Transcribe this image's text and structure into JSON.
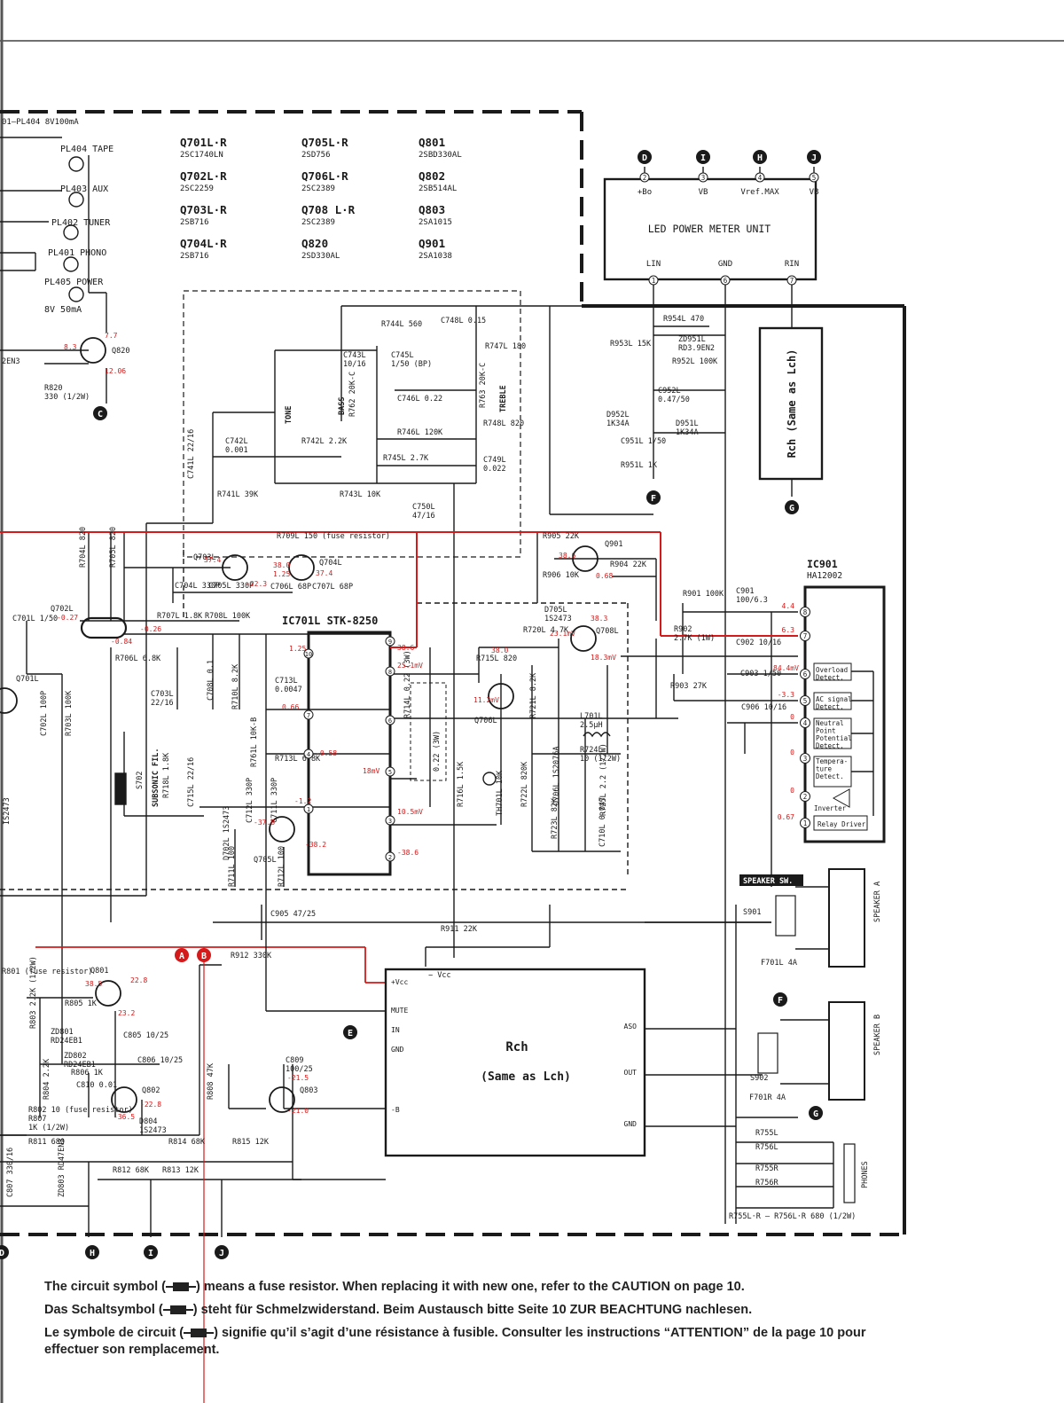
{
  "colors": {
    "ink": "#1a1a1a",
    "red": "#d41a1a"
  },
  "transistors": [
    {
      "ref": "Q701L·R",
      "type": "2SC1740LN"
    },
    {
      "ref": "Q702L·R",
      "type": "2SC2259"
    },
    {
      "ref": "Q703L·R",
      "type": "2SB716"
    },
    {
      "ref": "Q704L·R",
      "type": "2SB716"
    },
    {
      "ref": "Q705L·R",
      "type": "2SD756"
    },
    {
      "ref": "Q706L·R",
      "type": "2SC2389"
    },
    {
      "ref": "Q708 L·R",
      "type": "2SC2389"
    },
    {
      "ref": "Q820",
      "type": "2SD330AL"
    },
    {
      "ref": "Q801",
      "type": "2SBD330AL"
    },
    {
      "ref": "Q802",
      "type": "2SB514AL"
    },
    {
      "ref": "Q803",
      "type": "2SA1015"
    },
    {
      "ref": "Q901",
      "type": "2SA1038"
    }
  ],
  "lamps": {
    "header": "01–PL404  8V100mA",
    "pl404": "PL404  TAPE",
    "pl403": "PL403  AUX",
    "pl402": "PL402  TUNER",
    "pl401": "PL401  PHONO",
    "pl405": "PL405  POWER",
    "pl405_rating": "8V 50mA"
  },
  "led_unit": {
    "title": "LED POWER METER UNIT",
    "pins": [
      "+Bo",
      "VB",
      "Vref.MAX",
      "VB"
    ],
    "pin_numbers": [
      "2",
      "3",
      "4",
      "5"
    ],
    "pin_letters": [
      "D",
      "I",
      "H",
      "J"
    ],
    "bottom": [
      "LIN",
      "GND",
      "RIN"
    ],
    "bottom_numbers": [
      "1",
      "6",
      "7"
    ]
  },
  "rch_box": {
    "text": "Rch  (Same  as  Lch)"
  },
  "ic701": {
    "label": "IC701L  STK-8250",
    "pins": [
      "10",
      "9",
      "8",
      "7",
      "6",
      "5",
      "4",
      "3",
      "2",
      "1"
    ]
  },
  "ic901": {
    "label": "IC901",
    "part": "HA12002",
    "blocks": [
      "Overload Detect.",
      "AC signal Detect.",
      "Neutral Point Potential Detect.",
      "Tempera- ture Detect.",
      "Inverter",
      "Relay Driver"
    ],
    "pins": [
      "8",
      "7",
      "6",
      "5",
      "4",
      "3",
      "2",
      "1"
    ],
    "voltages": [
      "4.4",
      "6.3",
      "84.4mV",
      "-3.3",
      "0",
      "0",
      "0",
      "0.67"
    ]
  },
  "rch_power": {
    "title": "Rch",
    "subtitle": "(Same  as  Lch)",
    "pins": [
      "+Vcc",
      "MUTE",
      "IN",
      "GND",
      "-B",
      "ASO",
      "OUT",
      "GND"
    ],
    "vcc_label": "− Vcc"
  },
  "labels": [
    "R744L 560",
    "C748L 0.15",
    "R747L 180",
    "C743L 10/16",
    "C745L 1/50 (BP)",
    "BASS",
    "R762 20K-C",
    "C746L 0.22",
    "R763 20K-C",
    "TREBLE",
    "R746L 120K",
    "R748L 820",
    "R745L 2.7K",
    "C749L 0.022",
    "R742L 2.2K",
    "C742L 0.001",
    "C741L 22/16",
    "R741L 39K",
    "R743L 10K",
    "C750L 47/16",
    "TONE",
    "R709L 150 (fuse resistor)",
    "R704L 820",
    "R705L 820",
    "Q703L",
    "Q704L",
    "C704L 330P",
    "C705L 330P",
    "C706L 68P",
    "C707L 68P",
    "Q702L",
    "R707L 1.8K",
    "R708L 100K",
    "R706L 6.8K",
    "C701L 1/50",
    "Q701L",
    "C702L 100P",
    "R703L 100K",
    "C703L 22/16",
    "C708L 0.1",
    "R710L 8.2K",
    "C713L 0.0047",
    "R761L 10K-B",
    "R713L 6.8K",
    "SUBSONIC FIL.",
    "S702",
    "R718L 1.8K",
    "C715L 22/16",
    "C712L 330P",
    "C711L 330P",
    "Q705L",
    "D702L 1S2473",
    "R711L 100",
    "R712L 100",
    "R714L 0.22 (3W)",
    "0.22 (3W)",
    "R715L 820",
    "Q706L",
    "R716L 1.5K",
    "TH701L 10K",
    "R721L 8.2K",
    "R722L 820K",
    "L701L 2.5μH",
    "R724L 10 (1/2W)",
    "D706L 1S2076A",
    "R723L 82K",
    "R725L 2.2 (1/2W)",
    "C710L 0.047",
    "R720L 4.7K",
    "Q708L",
    "D705L 1S2473",
    "R905 22K",
    "R906 10K",
    "Q901",
    "R904 22K",
    "R901 100K",
    "R902 2.7K (1W)",
    "R903 27K",
    "C901 100/6.3",
    "C902 10/16",
    "C903 1/50",
    "C906 10/16",
    "R954L 470",
    "ZD951L RD3.9EN2",
    "R953L 15K",
    "R952L 100K",
    "C952L 0.47/50",
    "D952L 1K34A",
    "D951L 1K34A",
    "C951L 1/50",
    "R951L 1K",
    "Q820",
    "R820 330 (1/2W)",
    "C905 47/25",
    "R911 22K",
    "R912 330K",
    "R801 (fuse resistor)",
    "Q801",
    "R803 2.2K (1/2W)",
    "R805 1K",
    "ZD801 RD24EB1",
    "C805 10/25",
    "ZD802 RD24EB1",
    "R806 1K",
    "C806 10/25",
    "R804 2.2K",
    "C810 0.01",
    "Q802",
    "R802 10 (fuse resistor)",
    "R807 1K (1/2W)",
    "D804 1S2473",
    "C809 100/25",
    "R808 47K",
    "Q803",
    "R811 680",
    "R814 68K",
    "R815 12K",
    "R812 68K",
    "R813 12K",
    "C807 330/16",
    "ZD803 RD47EN3",
    "SPEAKER SW.",
    "S901",
    "SPEAKER A",
    "F701L 4A",
    "S902",
    "SPEAKER B",
    "F701R 4A",
    "R755L",
    "R756L",
    "R755R",
    "R756R",
    "PHONES",
    "R755L·R – R756L·R 680 (1/2W)",
    "IS2473",
    "2EN3"
  ],
  "voltages": [
    "8.3",
    "7.7",
    "12.06",
    "37.4",
    "-22.3",
    "38.0",
    "1.25",
    "37.4",
    "-0.27",
    "-0.84",
    "-0.26",
    "1.25",
    "38.6",
    "25.1mV",
    "0.66",
    "-0.58",
    "18mV",
    "10.5mV",
    "-38.6",
    "-1.2",
    "-37.8",
    "-38.2",
    "11.2mV",
    "38.0",
    "23.1mV",
    "38.3",
    "18.3mV",
    "38.6",
    "0.68",
    "38.5",
    "22.8",
    "23.2",
    "-21.5",
    "-22.8",
    "-36.5",
    "-21.0"
  ],
  "connectors": [
    "A",
    "B",
    "C",
    "D",
    "E",
    "F",
    "G",
    "H",
    "I",
    "J"
  ],
  "footer": {
    "line1a": "The circuit symbol (",
    "line1b": ") means a fuse resistor. When replacing it with new one, refer to the CAUTION on page 10.",
    "line2a": "Das Schaltsymbol (",
    "line2b": ") steht für Schmelzwiderstand. Beim Austausch bitte Seite 10 ZUR BEACHTUNG nachlesen.",
    "line3a": "Le symbole de circuit (",
    "line3b": ") signifie qu’il s’agit d’une résistance à fusible. Consulter les instructions “ATTENTION” de la page 10 pour",
    "line4": "effectuer son remplacement."
  }
}
